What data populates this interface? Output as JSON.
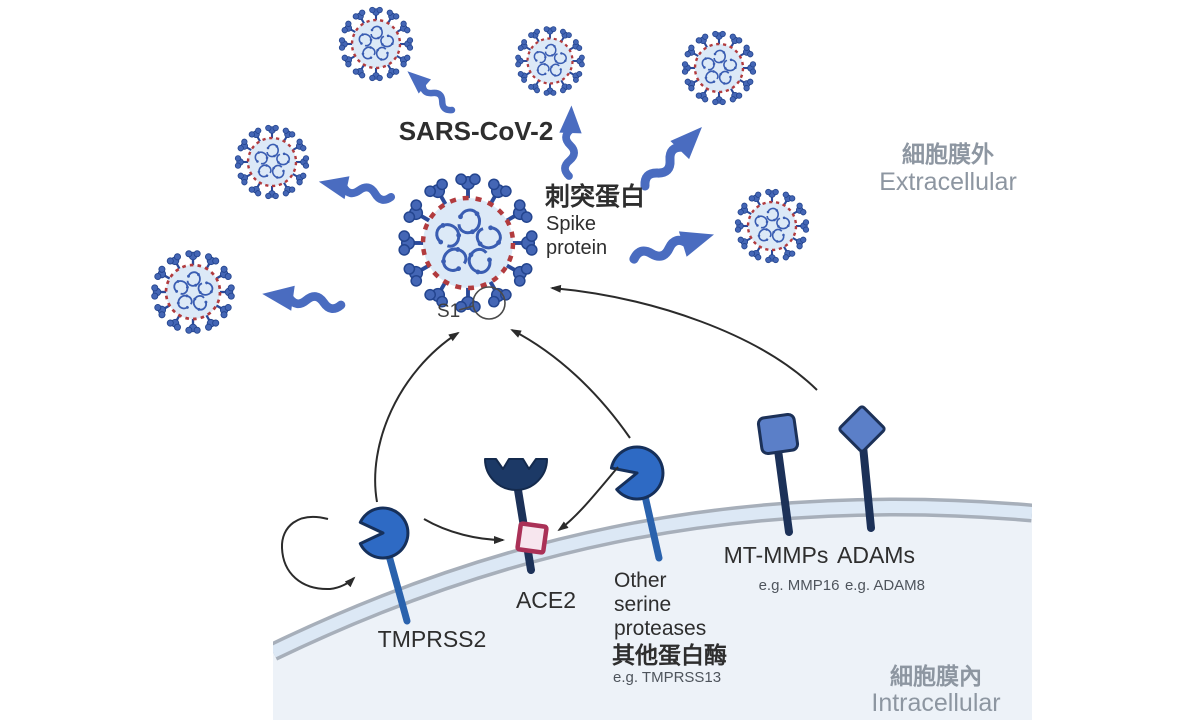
{
  "figure": {
    "labels": {
      "title": "SARS-CoV-2",
      "spike_zh": "刺突蛋白",
      "spike_en1": "Spike",
      "spike_en2": "protein",
      "s1": "S1",
      "extracellular_zh": "細胞膜外",
      "extracellular_en": "Extracellular",
      "intracellular_zh": "細胞膜內",
      "intracellular_en": "Intracellular"
    },
    "receptors": {
      "tmprss2": {
        "label": "TMPRSS2"
      },
      "ace2": {
        "label": "ACE2"
      },
      "other": {
        "line1": "Other",
        "line2": "serine",
        "line3": "proteases",
        "zh": "其他蛋白酶",
        "example": "e.g. TMPRSS13"
      },
      "mt_mmps": {
        "label": "MT-MMPs",
        "example": "e.g. MMP16"
      },
      "adams": {
        "label": "ADAMs",
        "example": "e.g. ADAM8"
      }
    },
    "colors": {
      "virus_spike_blue": "#4466b5",
      "virus_body": "#dce9f7",
      "virus_ring_red": "#b23b3e",
      "rna_blue": "#3a5db2",
      "wavy_arrow_blue": "#4a6cc0",
      "protease_blue": "#2e6ac4",
      "dark_navy": "#1c3158",
      "receptor_slate": "#5b7fc8",
      "cleavage_square_border": "#aa3157",
      "cleavage_square_fill": "#f7e6ee",
      "membrane_band": "#dce8f5",
      "membrane_edge": "#a7afba",
      "cytoplasm": "#edf2f8",
      "black_arrow": "#2b2b2b",
      "gray_text": "#8d96a1"
    }
  }
}
